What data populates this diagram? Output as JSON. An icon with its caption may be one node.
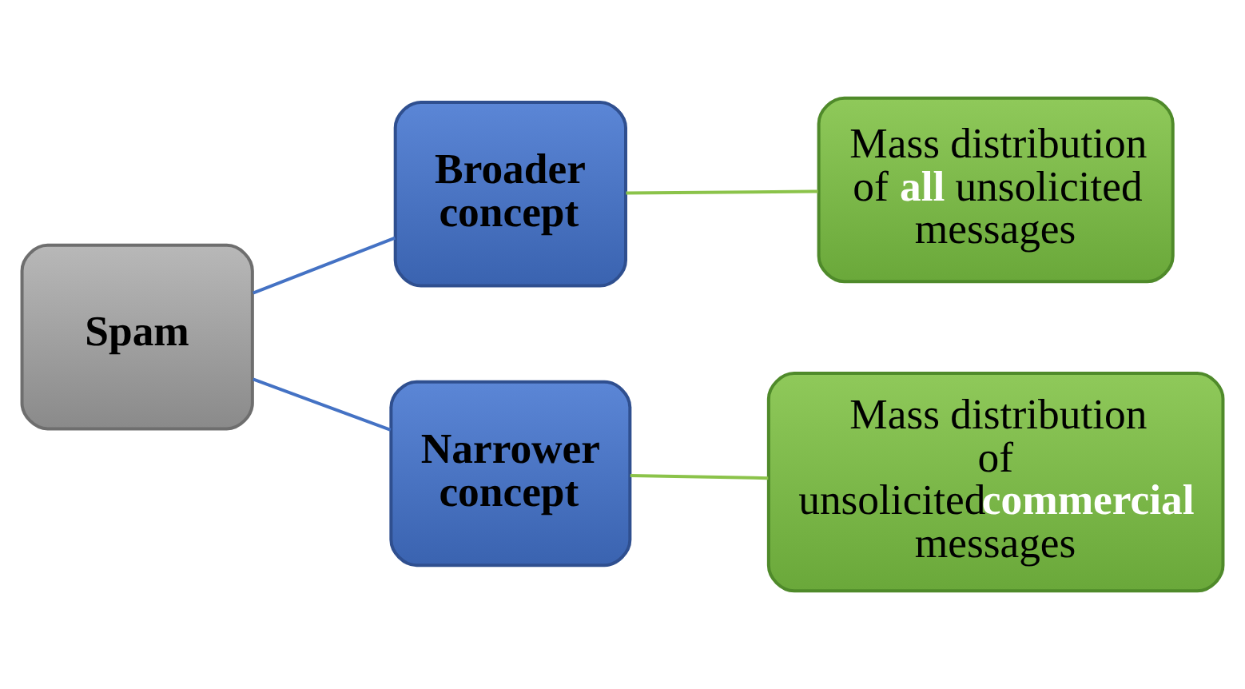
{
  "diagram": {
    "nodes": [
      {
        "text": [
          "Spam"
        ]
      },
      {
        "text": [
          "Broader concept"
        ]
      },
      {
        "text": [
          "Mass distribution of **all** unsolicited messages"
        ]
      },
      {
        "text": [
          "Narrower concept"
        ]
      },
      {
        "text": [
          "Mass distribution of unsolicited**commercial** messages"
        ]
      }
    ],
    "edges": [
      {
        "from": 0,
        "to": 1,
        "arrow": "none",
        "color": "#4472c4"
      },
      {
        "from": 1,
        "to": 2,
        "arrow": "none",
        "color": "#8bc34a"
      },
      {
        "from": 0,
        "to": 3,
        "arrow": "none",
        "color": "#4472c4"
      },
      {
        "from": 3,
        "to": 4,
        "arrow": "none",
        "color": "#8bc34a"
      }
    ]
  }
}
